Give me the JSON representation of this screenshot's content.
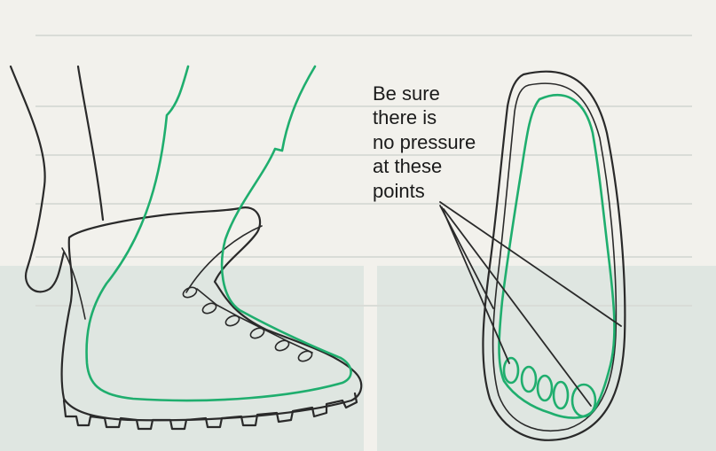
{
  "callout": {
    "lines": [
      "Be sure",
      "there is",
      "no pressure",
      "at these",
      "points"
    ]
  },
  "colors": {
    "foot_outline": "#1fae6e",
    "boot_ink": "#2a2a2a",
    "background": "#f2f1ec",
    "bottom_band": "#cfdcd8"
  }
}
